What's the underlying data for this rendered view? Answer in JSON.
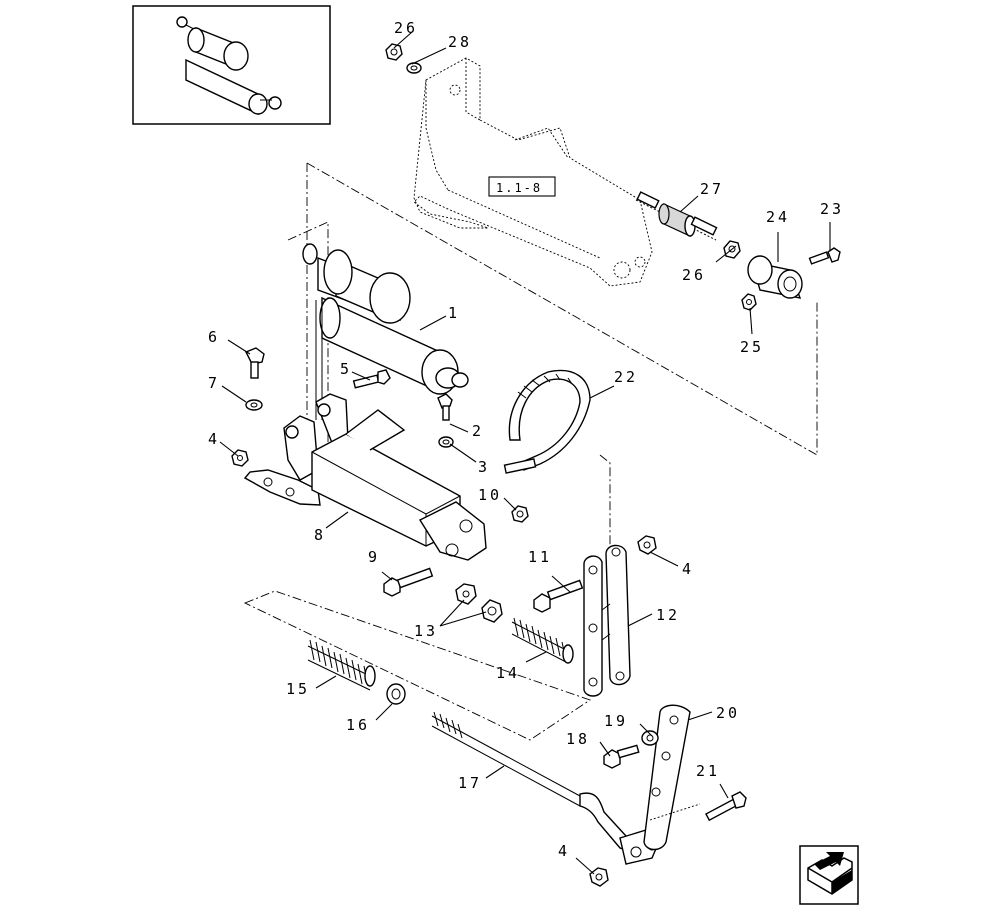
{
  "diagram": {
    "reference_box": "1.1-8",
    "callouts": {
      "c1": "1",
      "c2": "2",
      "c3": "3",
      "c4a": "4",
      "c4b": "4",
      "c4c": "4",
      "c5": "5",
      "c6": "6",
      "c7": "7",
      "c8": "8",
      "c9": "9",
      "c10": "10",
      "c11": "11",
      "c12": "12",
      "c13": "13",
      "c14": "14",
      "c15": "15",
      "c16": "16",
      "c17": "17",
      "c18": "18",
      "c19": "19",
      "c20": "20",
      "c21": "21",
      "c22": "22",
      "c23": "23",
      "c24": "24",
      "c25": "25",
      "c26a": "26",
      "c26b": "26",
      "c27": "27",
      "c28": "28"
    }
  }
}
